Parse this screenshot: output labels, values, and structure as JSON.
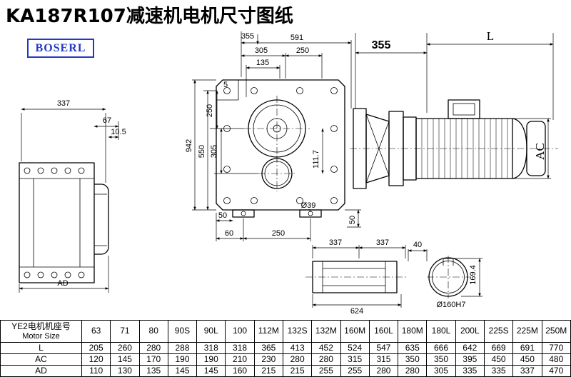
{
  "title": "KA187R107减速机电机尺寸图纸",
  "logo": {
    "text": "BOSERL"
  },
  "dims": {
    "front_top_355": "355",
    "front_total_591": "591",
    "front_top_305": "305",
    "front_top_250": "250",
    "front_top_135": "135",
    "front_left_5": "5",
    "front_left_250": "250",
    "front_left_305": "305",
    "front_left_550": "550",
    "front_left_942": "942",
    "front_inner_111_7": "111.7",
    "front_bottom_50_left": "50",
    "front_bottom_60": "60",
    "front_bottom_250": "250",
    "front_hole_d39": "Ø39",
    "front_bottom_50_right": "50",
    "motor_gap_355": "355",
    "motor_len_L": "L",
    "motor_dia_AC": "AC",
    "side_width_337": "337",
    "side_67": "67",
    "side_10_5": "10.5",
    "side_AD": "AD",
    "shaft_337_left": "337",
    "shaft_337_right": "337",
    "shaft_total_624": "624",
    "shaft_40": "40",
    "shaft_169_4": "169.4",
    "shaft_d160h7": "Ø160H7"
  },
  "table": {
    "header_cn": "YE2电机机座号",
    "header_en": "Motor Size",
    "columns": [
      "63",
      "71",
      "80",
      "90S",
      "90L",
      "100",
      "112M",
      "132S",
      "132M",
      "160M",
      "160L",
      "180M",
      "180L",
      "200L",
      "225S",
      "225M",
      "250M"
    ],
    "rows": [
      {
        "label": "L",
        "values": [
          "205",
          "260",
          "280",
          "288",
          "318",
          "318",
          "365",
          "413",
          "452",
          "524",
          "547",
          "635",
          "666",
          "642",
          "669",
          "691",
          "770"
        ]
      },
      {
        "label": "AC",
        "values": [
          "120",
          "145",
          "170",
          "190",
          "190",
          "210",
          "230",
          "280",
          "280",
          "315",
          "315",
          "350",
          "350",
          "395",
          "450",
          "450",
          "480"
        ]
      },
      {
        "label": "AD",
        "values": [
          "110",
          "130",
          "135",
          "145",
          "145",
          "160",
          "215",
          "215",
          "255",
          "255",
          "280",
          "280",
          "305",
          "335",
          "335",
          "337",
          "470"
        ]
      }
    ]
  }
}
